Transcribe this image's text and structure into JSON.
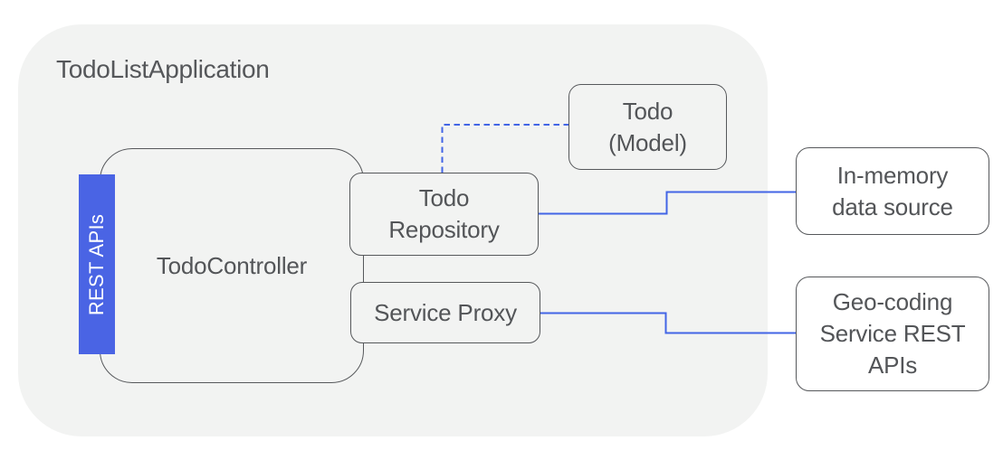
{
  "diagram": {
    "title": "TodoListApplication",
    "colors": {
      "container_fill": "#f2f3f2",
      "node_border_gray": "#56585b",
      "text_gray": "#535558",
      "accent_blue_badge": "#4a64e4",
      "connector_blue": "#4365e5",
      "external_node_fill": "#ffffff"
    },
    "nodes": {
      "controller": {
        "label": "TodoController"
      },
      "rest_badge": {
        "label": "REST APIs"
      },
      "repository": {
        "label": "Todo\nRepository"
      },
      "service_proxy": {
        "label": "Service Proxy"
      },
      "todo_model": {
        "label": "Todo\n(Model)"
      },
      "inmemory_datasource": {
        "label": "In-memory\ndata source"
      },
      "geocoding_service": {
        "label": "Geo-coding\nService REST\nAPIs"
      }
    },
    "connectors": [
      {
        "from": "todo-repository",
        "to": "todo-model",
        "style": "dashed"
      },
      {
        "from": "todo-repository",
        "to": "in-memory-data-source",
        "style": "solid"
      },
      {
        "from": "service-proxy",
        "to": "geo-coding-service-rest-apis",
        "style": "solid"
      }
    ]
  }
}
